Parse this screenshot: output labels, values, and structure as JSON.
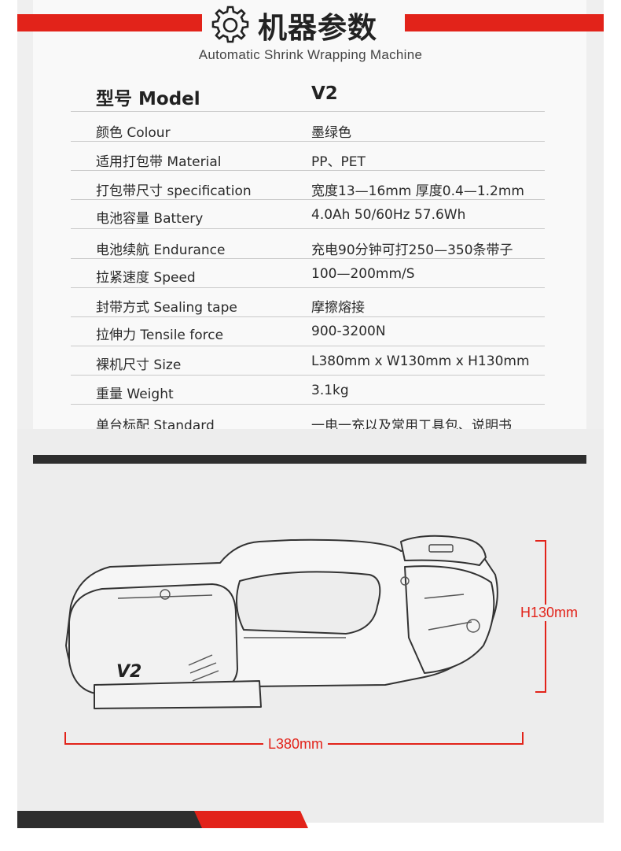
{
  "header": {
    "title": "机器参数",
    "subtitle": "Automatic Shrink Wrapping Machine"
  },
  "specs": {
    "head": {
      "label": "型号 Model",
      "value": "V2"
    },
    "rows": [
      {
        "label": "颜色 Colour",
        "value": "墨绿色"
      },
      {
        "label": "适用打包带 Material",
        "value": "PP、PET"
      },
      {
        "label": "打包带尺寸 specification",
        "value": "宽度13—16mm  厚度0.4—1.2mm"
      },
      {
        "label": "电池容量 Battery",
        "value": "4.0Ah  50/60Hz  57.6Wh"
      },
      {
        "label": "电池续航 Endurance",
        "value": "充电90分钟可打250—350条带子"
      },
      {
        "label": "拉紧速度 Speed",
        "value": "100—200mm/S"
      },
      {
        "label": "封带方式 Sealing tape",
        "value": "摩擦熔接"
      },
      {
        "label": "拉伸力 Tensile force",
        "value": "900-3200N"
      },
      {
        "label": "裸机尺寸 Size",
        "value": "L380mm x W130mm x H130mm"
      },
      {
        "label": "重量 Weight",
        "value": "3.1kg"
      },
      {
        "label": "单台标配 Standard",
        "value": "一电一充以及常用工具包、说明书"
      }
    ]
  },
  "product": {
    "model_mark": "V2",
    "height_label": "H130mm",
    "length_label": "L380mm"
  },
  "colors": {
    "accent": "#e2231a",
    "dark": "#2e2e2e"
  }
}
